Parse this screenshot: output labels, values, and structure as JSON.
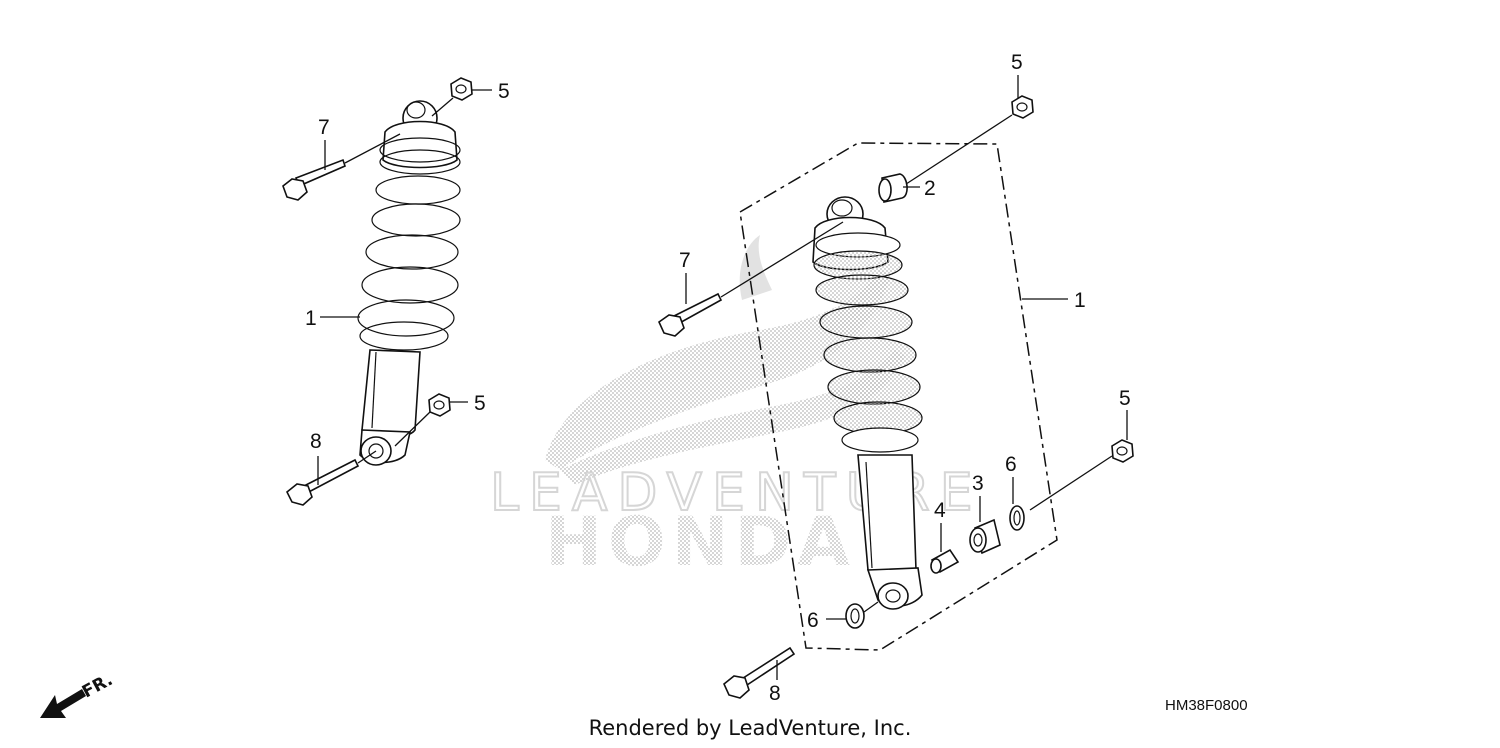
{
  "diagram": {
    "diagram_code": "HM38F0800",
    "credit": "Rendered by LeadVenture, Inc.",
    "front_indicator": "FR.",
    "watermark": {
      "brand": "HONDA",
      "text": "LEADVENTURE"
    },
    "callouts": [
      {
        "id": "l-5a",
        "label": "5"
      },
      {
        "id": "l-7a",
        "label": "7"
      },
      {
        "id": "l-1a",
        "label": "1"
      },
      {
        "id": "l-5b",
        "label": "5"
      },
      {
        "id": "l-8a",
        "label": "8"
      },
      {
        "id": "r-5a",
        "label": "5"
      },
      {
        "id": "r-2",
        "label": "2"
      },
      {
        "id": "r-7",
        "label": "7"
      },
      {
        "id": "r-1",
        "label": "1"
      },
      {
        "id": "r-5b",
        "label": "5"
      },
      {
        "id": "r-3",
        "label": "3"
      },
      {
        "id": "r-6a",
        "label": "6"
      },
      {
        "id": "r-4",
        "label": "4"
      },
      {
        "id": "r-6b",
        "label": "6"
      },
      {
        "id": "r-8",
        "label": "8"
      }
    ]
  }
}
